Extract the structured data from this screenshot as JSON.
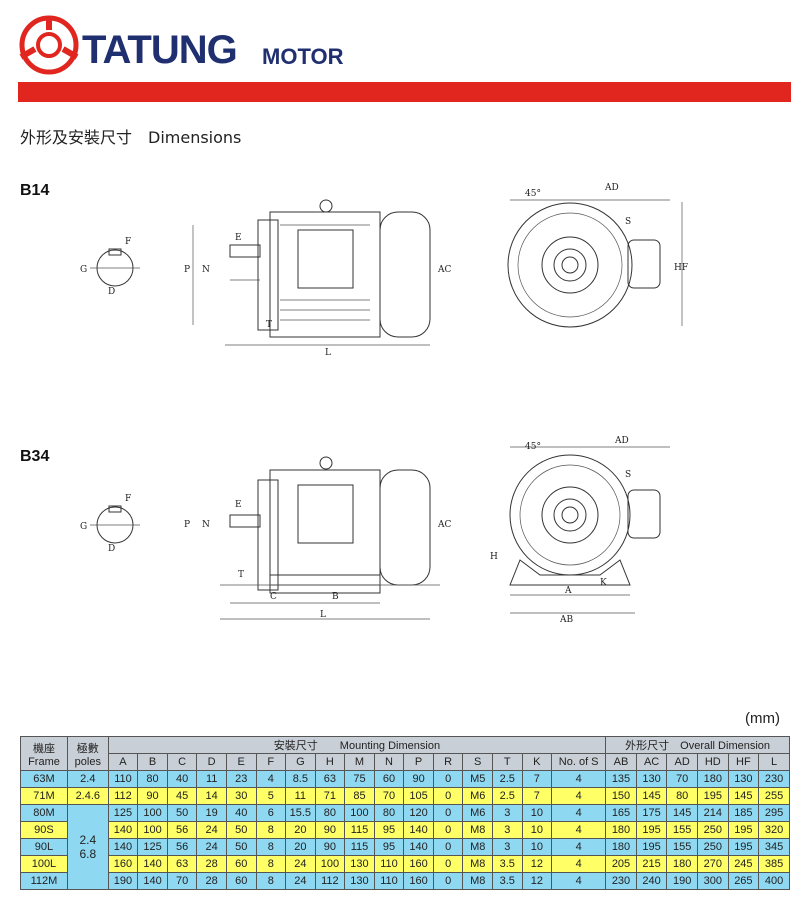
{
  "brand": {
    "name": "TATUNG",
    "sub": "MOTOR"
  },
  "section_title": "外形及安裝尺寸　Dimensions",
  "labels": {
    "b14": "B14",
    "b34": "B34",
    "angle": "45°",
    "dims": [
      "AD",
      "S",
      "HF",
      "F",
      "G",
      "D",
      "E",
      "P",
      "N",
      "AC",
      "L",
      "T",
      "H",
      "A",
      "AB",
      "K",
      "C",
      "B"
    ]
  },
  "unit": "(mm)",
  "table": {
    "head": {
      "frame": [
        "機座",
        "Frame"
      ],
      "poles": [
        "極數",
        "poles"
      ],
      "mounting": "安裝尺寸　　Mounting Dimension",
      "overall": "外形尺寸　Overall Dimension"
    },
    "columns": [
      "A",
      "B",
      "C",
      "D",
      "E",
      "F",
      "G",
      "H",
      "M",
      "N",
      "P",
      "R",
      "S",
      "T",
      "K",
      "No. of S",
      "AB",
      "AC",
      "AD",
      "HD",
      "HF",
      "L"
    ],
    "rows": [
      {
        "frame": "63M",
        "poles": "2.4",
        "cells": [
          "110",
          "80",
          "40",
          "11",
          "23",
          "4",
          "8.5",
          "63",
          "75",
          "60",
          "90",
          "0",
          "M5",
          "2.5",
          "7",
          "4",
          "135",
          "130",
          "70",
          "180",
          "130",
          "230"
        ]
      },
      {
        "frame": "71M",
        "poles": "2.4.6",
        "cells": [
          "112",
          "90",
          "45",
          "14",
          "30",
          "5",
          "11",
          "71",
          "85",
          "70",
          "105",
          "0",
          "M6",
          "2.5",
          "7",
          "4",
          "150",
          "145",
          "80",
          "195",
          "145",
          "255"
        ]
      },
      {
        "frame": "80M",
        "poles": "",
        "cells": [
          "125",
          "100",
          "50",
          "19",
          "40",
          "6",
          "15.5",
          "80",
          "100",
          "80",
          "120",
          "0",
          "M6",
          "3",
          "10",
          "4",
          "165",
          "175",
          "145",
          "214",
          "185",
          "295"
        ]
      },
      {
        "frame": "90S",
        "poles": "",
        "cells": [
          "140",
          "100",
          "56",
          "24",
          "50",
          "8",
          "20",
          "90",
          "115",
          "95",
          "140",
          "0",
          "M8",
          "3",
          "10",
          "4",
          "180",
          "195",
          "155",
          "250",
          "195",
          "320"
        ]
      },
      {
        "frame": "90L",
        "poles": "",
        "cells": [
          "140",
          "125",
          "56",
          "24",
          "50",
          "8",
          "20",
          "90",
          "115",
          "95",
          "140",
          "0",
          "M8",
          "3",
          "10",
          "4",
          "180",
          "195",
          "155",
          "250",
          "195",
          "345"
        ]
      },
      {
        "frame": "100L",
        "poles": "",
        "cells": [
          "160",
          "140",
          "63",
          "28",
          "60",
          "8",
          "24",
          "100",
          "130",
          "110",
          "160",
          "0",
          "M8",
          "3.5",
          "12",
          "4",
          "205",
          "215",
          "180",
          "270",
          "245",
          "385"
        ]
      },
      {
        "frame": "112M",
        "poles": "",
        "cells": [
          "190",
          "140",
          "70",
          "28",
          "60",
          "8",
          "24",
          "112",
          "130",
          "110",
          "160",
          "0",
          "M8",
          "3.5",
          "12",
          "4",
          "230",
          "240",
          "190",
          "300",
          "265",
          "400"
        ]
      }
    ],
    "merged_poles": "2.4\n6.8"
  },
  "colors": {
    "brand": "#1f2f6f",
    "accent_red": "#e0261e",
    "row_blue": "#8fd8f2",
    "row_yellow": "#ffff66",
    "header_grey": "#c9cfd6"
  }
}
